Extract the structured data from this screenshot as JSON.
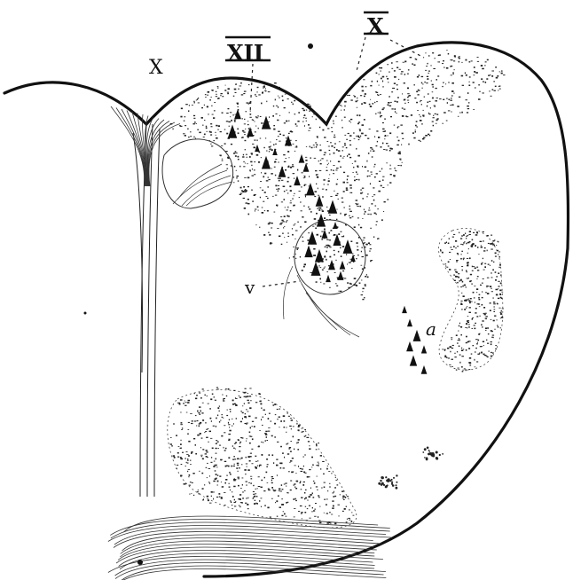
{
  "labels": {
    "x_roman": "X",
    "xii_roman": "XII",
    "x_roman_right": "X",
    "v_label": "v",
    "a_label": "a"
  },
  "colors": {
    "ink": "#111111",
    "paper": "#ffffff"
  }
}
